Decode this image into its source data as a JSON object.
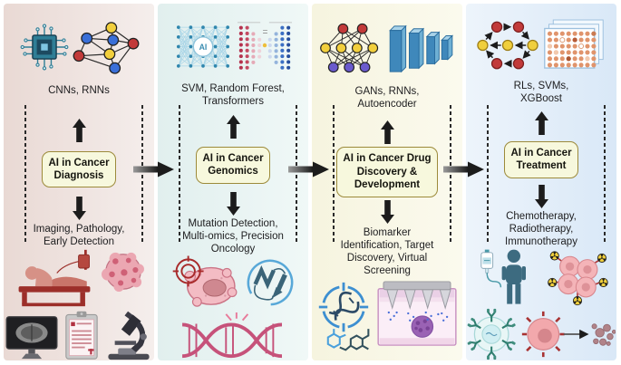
{
  "figure_title": "AI in Cancer workflow diagram",
  "colors": {
    "panel_backgrounds": [
      "#ece0dc",
      "#e6f1f0",
      "#f7f5e2",
      "#e4eefa"
    ],
    "stage_box_fill": "#f7f8dd",
    "stage_box_border": "#9c8a3a",
    "arrow": "#1c1c1c",
    "dashed_line": "#2a2a2a"
  },
  "panels": [
    {
      "name": "AI in Cancer Diagnosis",
      "algorithms": "CNNs, RNNs",
      "box_label": "AI in Cancer\nDiagnosis",
      "applications": "Imaging, Pathology,\nEarly Detection",
      "top_icons": [
        "microchip-icon",
        "neural-network-graph-icon"
      ],
      "bottom_icons": [
        "patient-bed-iv-icon",
        "tumor-cells-icon",
        "scan-monitor-icon",
        "medical-report-clipboard-icon",
        "microscope-icon"
      ]
    },
    {
      "name": "AI in Cancer Genomics",
      "algorithms": "SVM, Random Forest,\nTransformers",
      "box_label": "AI in Cancer\nGenomics",
      "ai_badge": "AI",
      "applications": "Mutation Detection,\nMulti-omics, Precision\nOncology",
      "top_icons": [
        "ai-mesh-network-icon",
        "autoencoder-dots-icon"
      ],
      "bottom_icons": [
        "targeted-cancer-cell-icon",
        "protein-structure-icon",
        "dna-mutation-icon"
      ]
    },
    {
      "name": "AI in Cancer Drug Discovery & Development",
      "algorithms": "GANs, RNNs,\nAutoencoder",
      "box_label": "AI in Cancer Drug\nDiscovery &\nDevelopment",
      "applications": "Biomarker\nIdentification, Target\nDiscovery, Virtual\nScreening",
      "top_icons": [
        "gan-network-icon",
        "conv-layers-icon"
      ],
      "bottom_icons": [
        "dna-target-icon",
        "molecules-icon",
        "microneedle-patch-tumor-icon"
      ]
    },
    {
      "name": "AI in Cancer Treatment",
      "algorithms": "RLs, SVMs,\nXGBoost",
      "box_label": "AI in Cancer\nTreatment",
      "applications": "Chemotherapy,\nRadiotherapy,\nImmunotherapy",
      "top_icons": [
        "rl-state-graph-icon",
        "heatmap-plate-icon"
      ],
      "bottom_icons": [
        "patient-iv-drip-icon",
        "irradiated-cancer-cells-icon",
        "car-t-cell-icon",
        "immune-attack-icon"
      ]
    }
  ]
}
